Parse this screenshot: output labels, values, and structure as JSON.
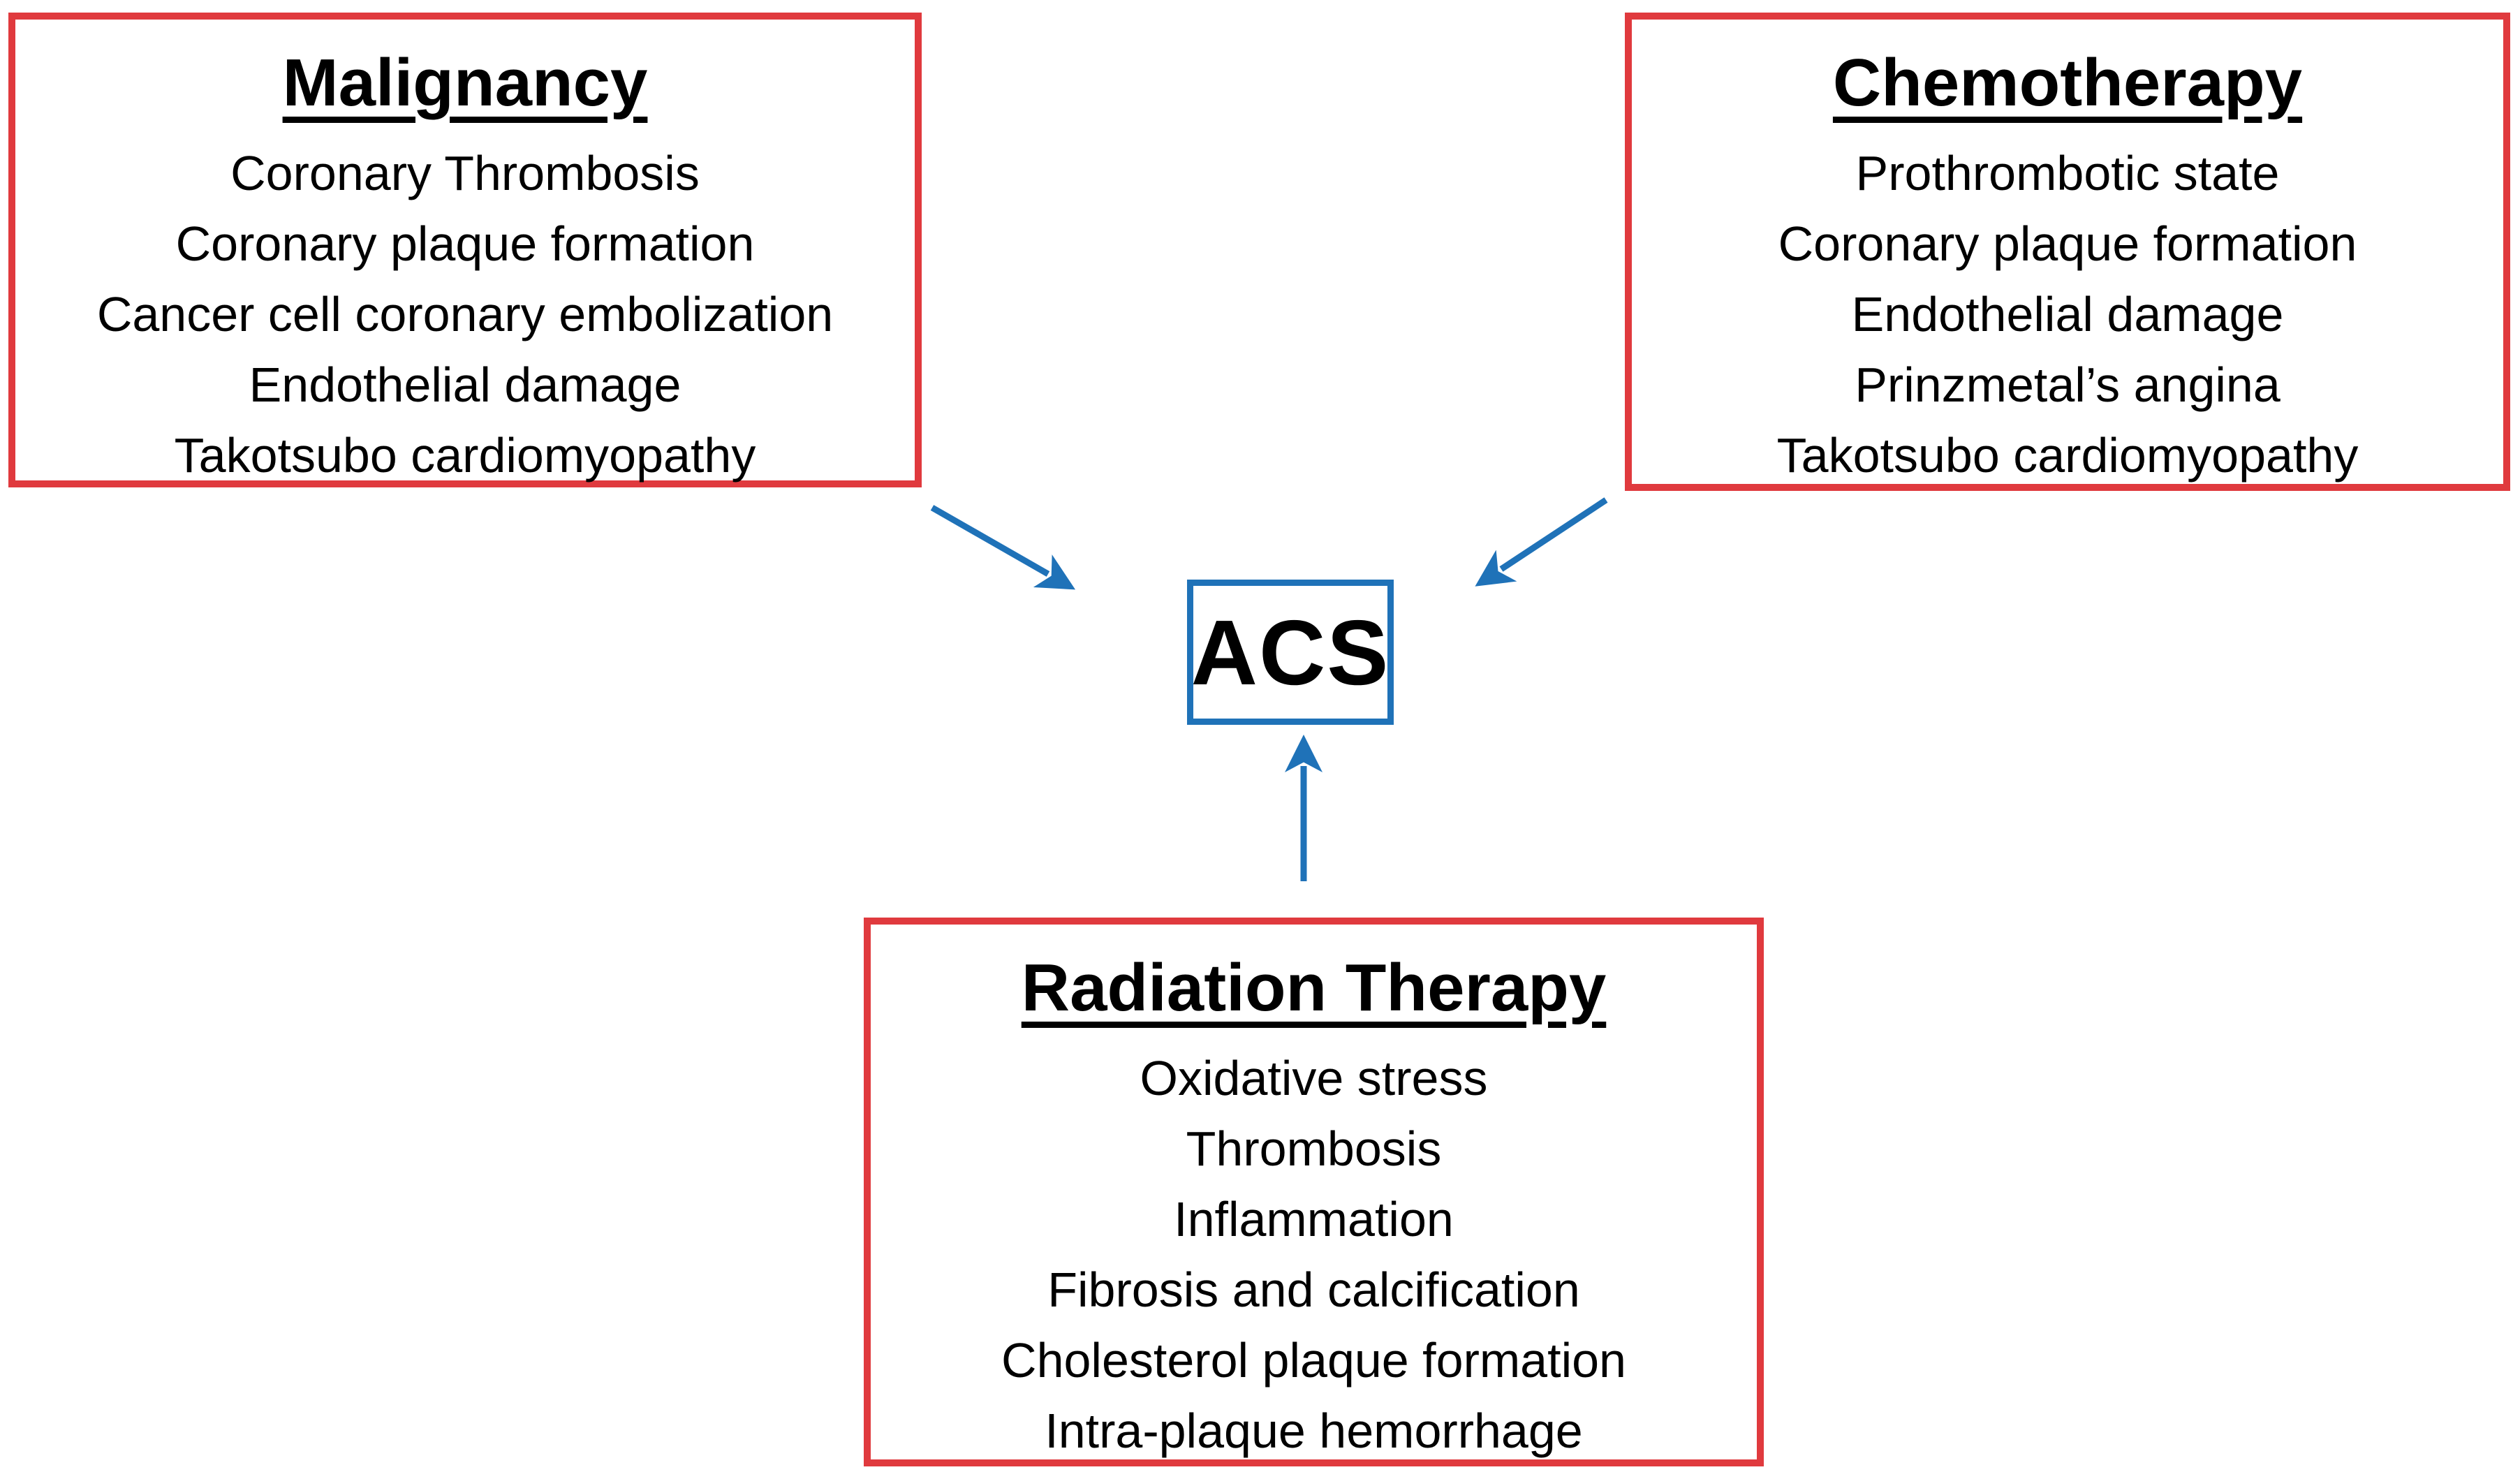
{
  "center": {
    "label": "ACS"
  },
  "boxes": {
    "malignancy": {
      "title": "Malignancy",
      "items": [
        "Coronary Thrombosis",
        "Coronary plaque formation",
        "Cancer cell coronary embolization",
        "Endothelial damage",
        "Takotsubo cardiomyopathy"
      ]
    },
    "chemotherapy": {
      "title": "Chemotherapy",
      "items": [
        "Prothrombotic state",
        "Coronary plaque formation",
        "Endothelial damage",
        "Prinzmetal’s angina",
        "Takotsubo cardiomyopathy"
      ]
    },
    "radiation": {
      "title": "Radiation Therapy",
      "items": [
        "Oxidative stress",
        "Thrombosis",
        "Inflammation",
        "Fibrosis and calcification",
        "Cholesterol plaque formation",
        "Intra-plaque hemorrhage"
      ]
    }
  },
  "colors": {
    "box_border_red": "#e03a3e",
    "accent_blue": "#1f72b8",
    "text_black": "#000000",
    "background": "#ffffff"
  }
}
